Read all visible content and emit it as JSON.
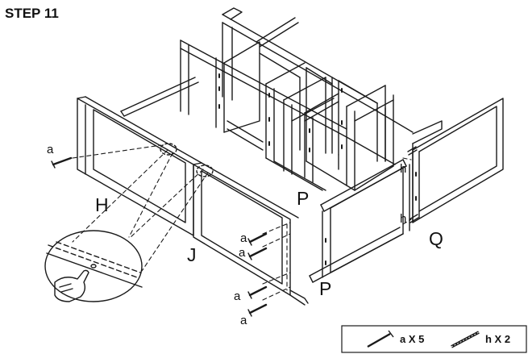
{
  "step_title": "STEP 11",
  "labels": {
    "H": "H",
    "J": "J",
    "P_top": "P",
    "P_bottom": "P",
    "Q": "Q",
    "h_top": "h",
    "h_bottom": "h",
    "a_left": "a",
    "a_1": "a",
    "a_2": "a",
    "a_3": "a",
    "a_4": "a"
  },
  "legend": {
    "screw_a": "a X 5",
    "dowel_h": "h X 2"
  }
}
